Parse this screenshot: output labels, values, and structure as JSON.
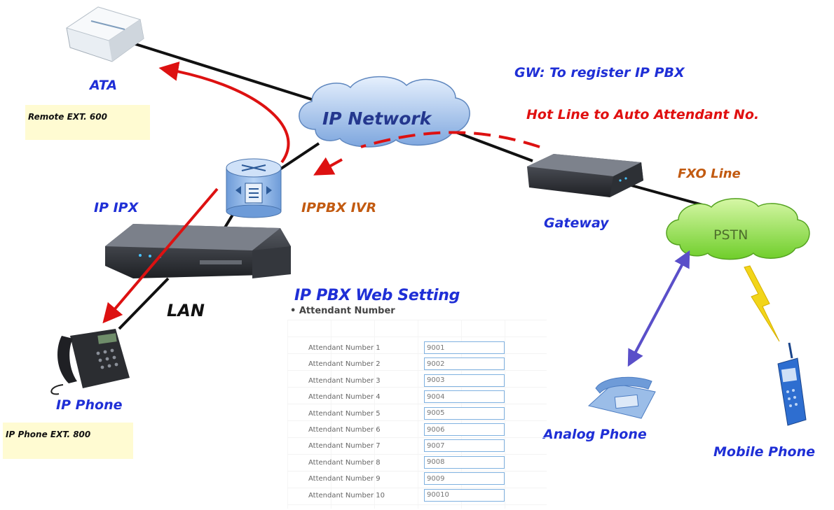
{
  "labels": {
    "ata": "ATA",
    "ip_network": "IP Network",
    "gw_register": "GW: To register IP PBX",
    "hot_line": "Hot Line to Auto Attendant No.",
    "fxo_line": "FXO Line",
    "gateway": "Gateway",
    "pstn": "PSTN",
    "ip_ipx": "IP IPX",
    "ippbx_ivr": "IPPBX IVR",
    "lan": "LAN",
    "ip_phone": "IP Phone",
    "analog_phone": "Analog Phone",
    "mobile_phone": "Mobile Phone"
  },
  "notes": {
    "remote_ext": "Remote EXT. 600",
    "ip_phone_ext": "IP Phone EXT. 800"
  },
  "panel": {
    "title": "IP PBX Web Setting",
    "heading": "Attendant Number",
    "rows": [
      {
        "label": "Attendant Number 1",
        "value": "9001"
      },
      {
        "label": "Attendant Number 2",
        "value": "9002"
      },
      {
        "label": "Attendant Number 3",
        "value": "9003"
      },
      {
        "label": "Attendant Number 4",
        "value": "9004"
      },
      {
        "label": "Attendant Number 5",
        "value": "9005"
      },
      {
        "label": "Attendant Number 6",
        "value": "9006"
      },
      {
        "label": "Attendant Number 7",
        "value": "9007"
      },
      {
        "label": "Attendant Number 8",
        "value": "9008"
      },
      {
        "label": "Attendant Number 9",
        "value": "9009"
      },
      {
        "label": "Attendant Number 10",
        "value": "90010"
      }
    ]
  },
  "colors": {
    "label_blue": "#1f2fd6",
    "label_red": "#e01010",
    "label_orange": "#c25a10",
    "flow_red": "#dd1111",
    "cloud_blue": "#8fb4e6",
    "cloud_green": "#9de15a",
    "note_bg": "#fffbd2"
  }
}
